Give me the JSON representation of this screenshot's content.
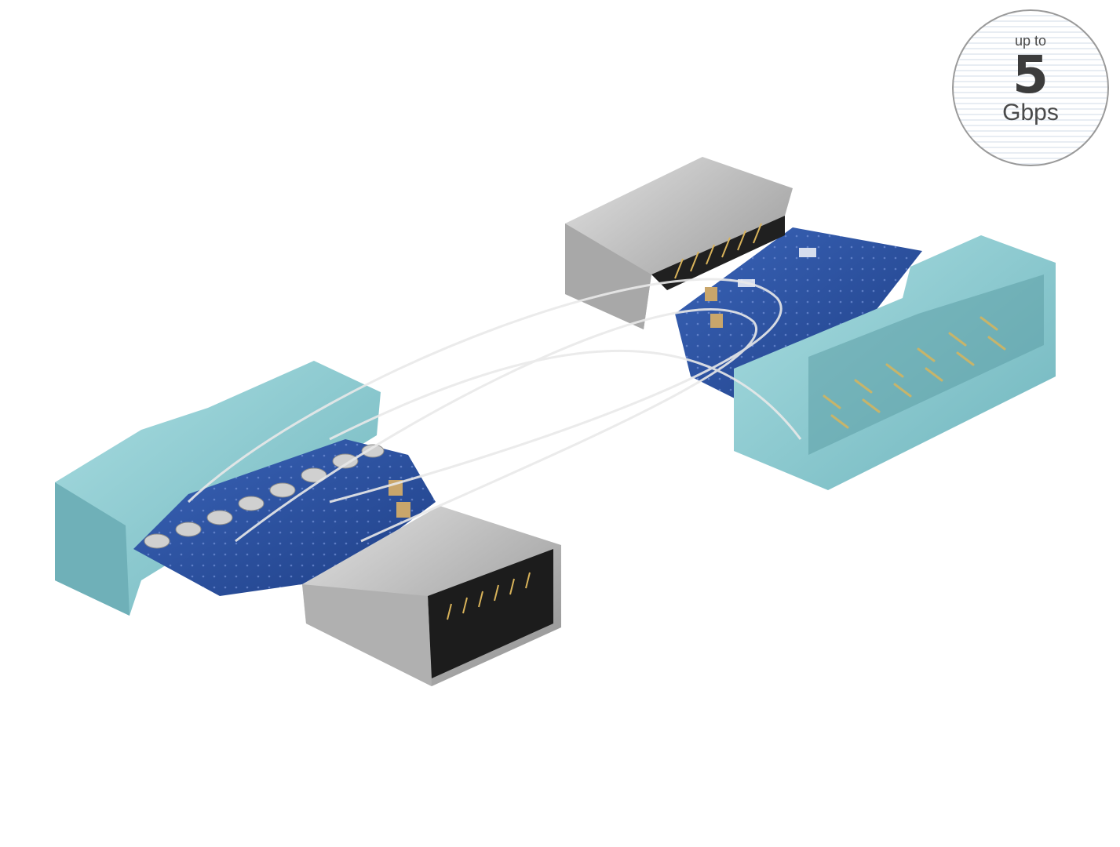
{
  "badge": {
    "top_text": "up to",
    "number": "5",
    "unit": "Gbps"
  },
  "colors": {
    "header_teal": "#8ccbd1",
    "pcb_blue": "#2a4f9e",
    "metal": "#c4c4c4",
    "badge_border": "#9a9a9a"
  }
}
